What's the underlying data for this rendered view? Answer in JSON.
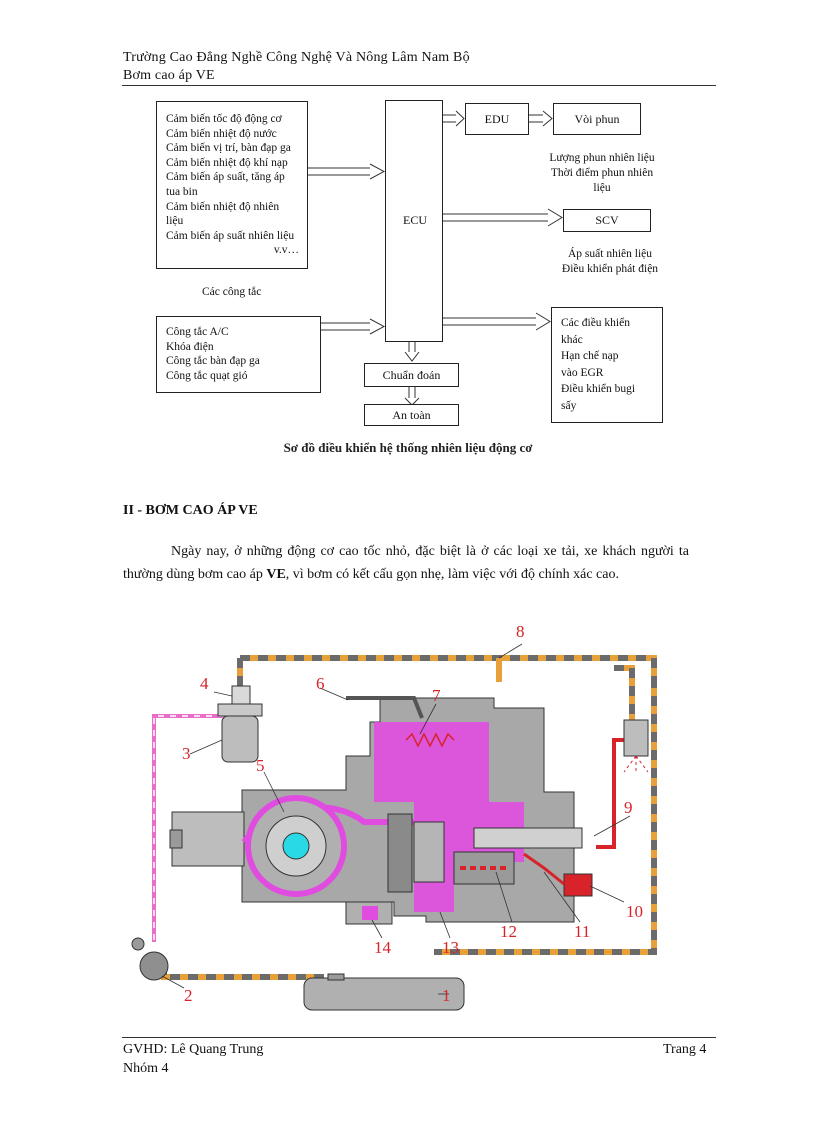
{
  "header": {
    "school": "Trường Cao Đẳng Nghề Công Nghệ Và Nông Lâm Nam Bộ",
    "subject": "Bơm cao áp VE"
  },
  "diagram": {
    "sensors": [
      "Cảm biến tốc độ động cơ",
      "Cảm biến nhiệt độ nước",
      "Cảm biến vị trí, bàn đạp ga",
      "Cảm biến nhiệt độ khí nạp",
      "Cảm biến áp suất, tăng áp",
      "tua bin",
      "Cảm biến nhiệt độ nhiên",
      "liệu",
      "Cảm biến áp suất nhiên liệu",
      "v.v…"
    ],
    "switches_label": "Các công tắc",
    "switches": [
      "Công tắc A/C",
      "Khóa điện",
      "Công tắc bàn đạp ga",
      "Công tắc quạt gió"
    ],
    "ecu": "ECU",
    "edu": "EDU",
    "injector": "Vòi phun",
    "injection_note": [
      "Lượng phun nhiên liệu",
      "Thời điểm phun nhiên",
      "liệu"
    ],
    "scv": "SCV",
    "scv_note": [
      "Áp suất nhiên liệu",
      "Điều khiển phát điện"
    ],
    "other_controls": [
      "Các điều khiển",
      "khác",
      "Hạn chế nạp",
      "vào EGR",
      "Điều khiển bugi",
      "sấy"
    ],
    "diagnosis": "Chuẩn đoán",
    "safety": "An toàn",
    "caption": "Sơ đồ điều khiển hệ thống nhiên liệu động cơ"
  },
  "section": {
    "heading": "II - BƠM CAO ÁP VE",
    "para_before": "Ngày nay, ở những động cơ cao tốc nhỏ, đặc biệt là ở các loại xe tải, xe khách người ta thường dùng bơm cao áp ",
    "para_bold": "VE",
    "para_after": ", vì bơm có kết cấu gọn nhẹ, làm việc với độ chính xác cao."
  },
  "figure": {
    "labels": [
      "1",
      "2",
      "3",
      "4",
      "5",
      "6",
      "7",
      "8",
      "9",
      "10",
      "11",
      "12",
      "13",
      "14"
    ],
    "colors": {
      "fuel_line": "#e8a13a",
      "return_line": "#d8232a",
      "chamber": "#e04ce0",
      "body": "#9a9a9a"
    }
  },
  "footer": {
    "instructor": "GVHD: Lê Quang Trung",
    "group": "Nhóm 4",
    "page": "Trang 4"
  }
}
